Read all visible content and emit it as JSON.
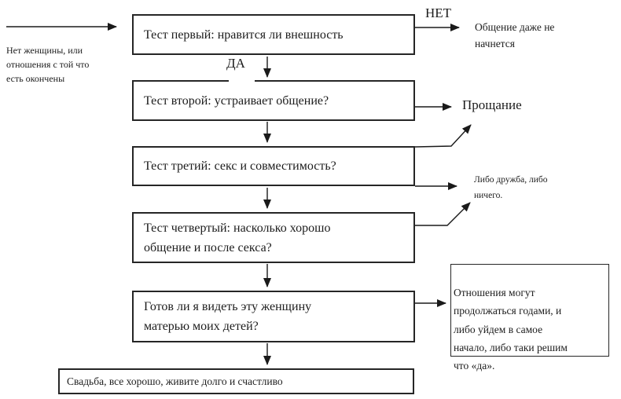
{
  "diagram": {
    "title_semantic": "relationship tests flowchart",
    "entry_note": "Нет женщины, или\nотношения с той что\nесть окончены",
    "no_label": "НЕТ",
    "yes_label": "ДА",
    "steps": [
      {
        "text": "Тест первый: нравится ли внешность"
      },
      {
        "text": "Тест второй: устраивает общение?"
      },
      {
        "text": "Тест третий: секс и совместимость?"
      },
      {
        "text": "Тест четвертый: насколько хорошо\nобщение и после секса?"
      },
      {
        "text": "Готов ли я видеть эту женщину\nматерью моих детей?"
      },
      {
        "text": "Свадьба, все хорошо, живите долго и счастливо"
      }
    ],
    "outcomes": {
      "no_contact": "Общение даже не\nначнется",
      "farewell": "Прощание",
      "friendship": "Либо дружба, либо\nничего.",
      "relationship": "Отношения могут\nпродолжаться годами, и\nлибо уйдем в самое\nначало, либо таки решим\nчто «да»."
    },
    "colors": {
      "line": "#1a1a1a",
      "text": "#1c1c1c",
      "background": "#ffffff"
    }
  }
}
